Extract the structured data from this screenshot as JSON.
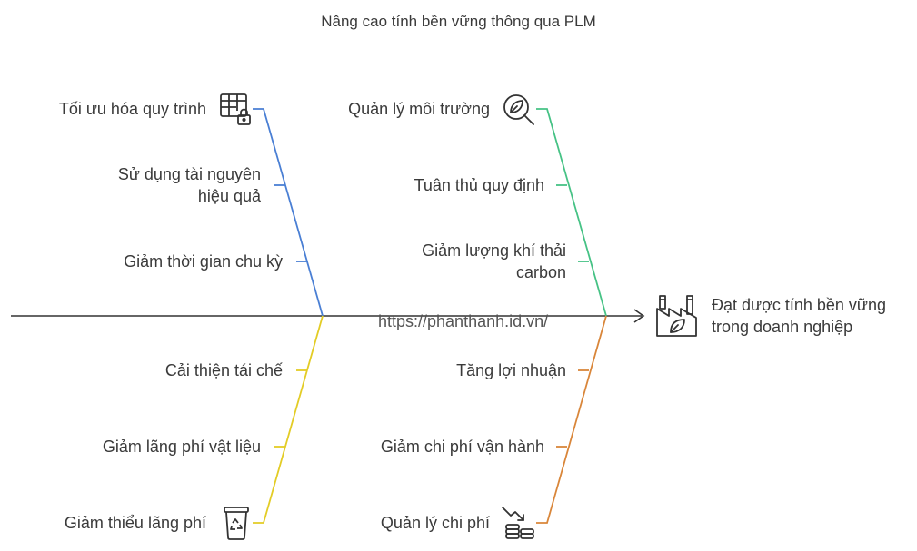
{
  "title": "Nâng cao tính bền vững thông qua PLM",
  "outcome": "Đạt được tính bền vững trong doanh nghiệp",
  "watermark": "https://phanthanh.id.vn/",
  "branches": {
    "blue": {
      "color": "#4a7fd4",
      "items": [
        "Tối ưu hóa quy trình",
        "Sử dụng tài nguyên hiệu quả",
        "Giảm thời gian chu kỳ"
      ]
    },
    "green": {
      "color": "#46c285",
      "items": [
        "Quản lý môi trường",
        "Tuân thủ quy định",
        "Giảm lượng khí thải carbon"
      ]
    },
    "yellow": {
      "color": "#e3cc25",
      "items": [
        "Cải thiện tái chế",
        "Giảm lãng phí vật liệu",
        "Giảm thiểu lãng phí"
      ]
    },
    "orange": {
      "color": "#d9863a",
      "items": [
        "Tăng lợi nhuận",
        "Giảm chi phí vận hành",
        "Quản lý chi phí"
      ]
    }
  },
  "icons": {
    "process": "spreadsheet-lock-icon",
    "environment": "leaf-magnifier-icon",
    "waste": "recycle-bin-icon",
    "cost": "coins-down-icon",
    "outcome": "eco-factory-icon"
  }
}
